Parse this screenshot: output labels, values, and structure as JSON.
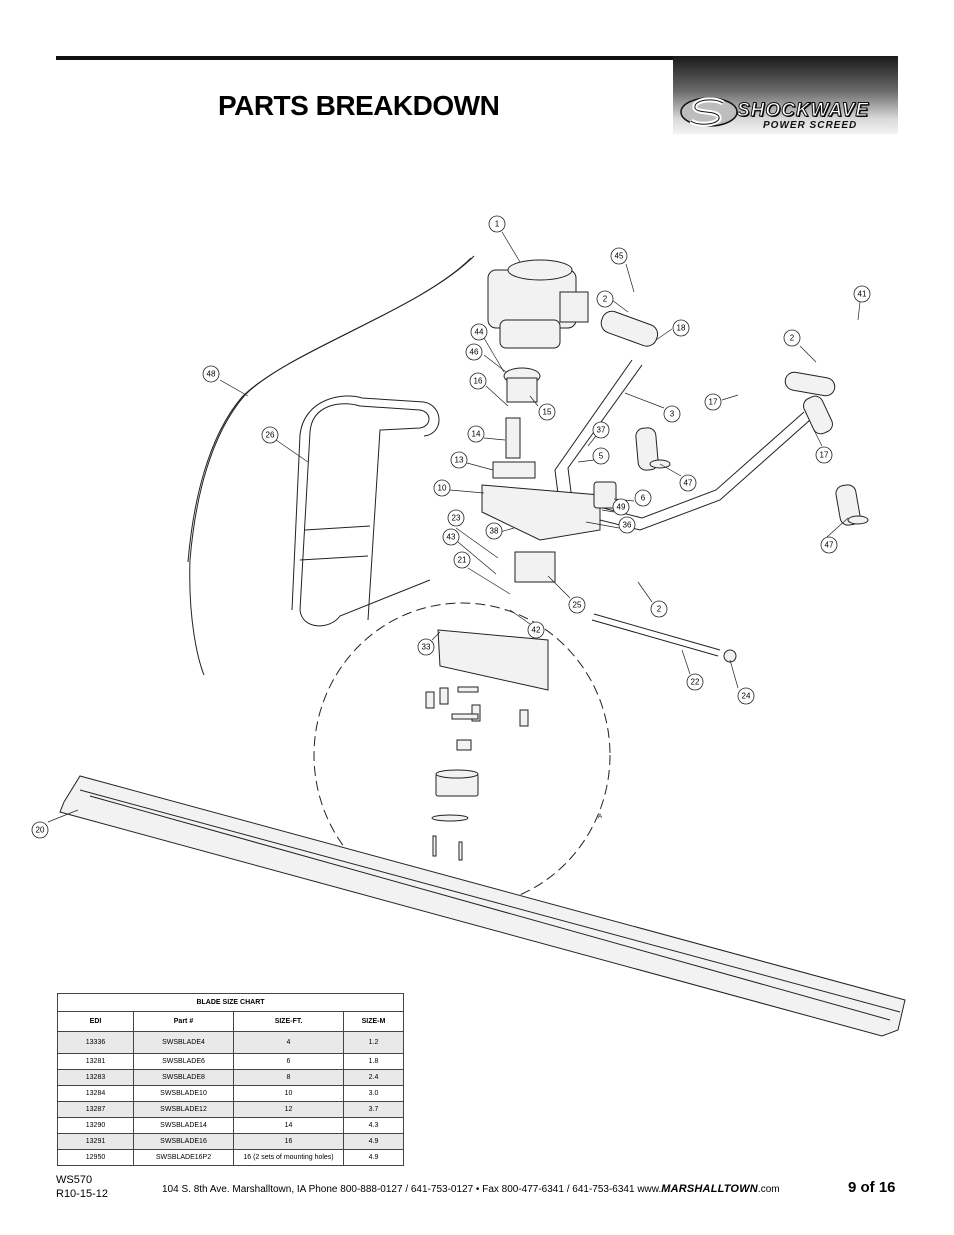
{
  "header": {
    "title": "PARTS BREAKDOWN",
    "logo_word": "SHOCKWAVE",
    "logo_sub": "POWER SCREED"
  },
  "diagram": {
    "callouts": [
      "1",
      "45",
      "2",
      "41",
      "18",
      "2",
      "44",
      "46",
      "48",
      "16",
      "15",
      "3",
      "17",
      "17",
      "26",
      "14",
      "37",
      "5",
      "13",
      "47",
      "10",
      "6",
      "49",
      "23",
      "36",
      "38",
      "43",
      "47",
      "21",
      "25",
      "2",
      "42",
      "33",
      "22",
      "24",
      "20"
    ],
    "detail_label": "A"
  },
  "blade_table": {
    "caption": "BLADE SIZE CHART",
    "columns": [
      "EDI",
      "Part #",
      "SIZE-FT.",
      "SIZE-M"
    ],
    "rows": [
      [
        "13336",
        "SWSBLADE4",
        "4",
        "1.2"
      ],
      [
        "13281",
        "SWSBLADE6",
        "6",
        "1.8"
      ],
      [
        "13283",
        "SWSBLADE8",
        "8",
        "2.4"
      ],
      [
        "13284",
        "SWSBLADE10",
        "10",
        "3.0"
      ],
      [
        "13287",
        "SWSBLADE12",
        "12",
        "3.7"
      ],
      [
        "13290",
        "SWSBLADE14",
        "14",
        "4.3"
      ],
      [
        "13291",
        "SWSBLADE16",
        "16",
        "4.9"
      ],
      [
        "12950",
        "SWSBLADE16P2",
        "16 (2 sets of mounting holes)",
        "4.9"
      ]
    ]
  },
  "footer": {
    "doc_code": "WS570",
    "revision": "R10-15-12",
    "address": "104 S. 8th Ave. Marshalltown, IA Phone 800-888-0127 / 641-753-0127  •  Fax 800-477-6341 / 641-753-6341 www.",
    "brand": "MARSHALLTOWN",
    "domain": ".com",
    "page_number": "9 of 16"
  }
}
